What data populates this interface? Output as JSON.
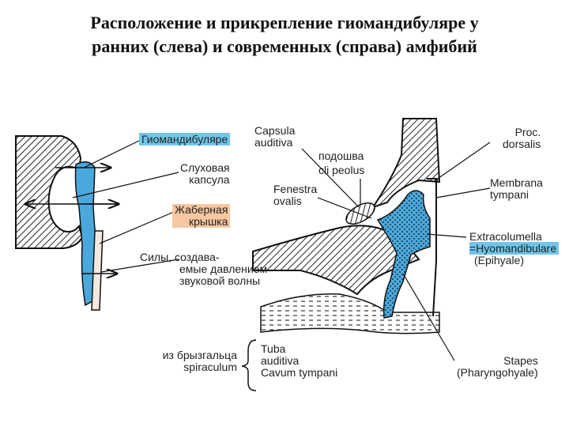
{
  "title": {
    "line1": "Расположение и прикрепление гиомандибуляре у",
    "line2": "ранних (слева) и современных (справа) амфибий"
  },
  "left_labels": {
    "hyomandibular": "Гиомандибуляре",
    "otic_capsule": [
      "Слуховая",
      "капсула"
    ],
    "operculum": [
      "Жаберная",
      "крышка"
    ],
    "forces": [
      "Силы,  создава-",
      "емые давлением",
      "звуковой волны"
    ],
    "spiracle": [
      "из брызгальца",
      "spiraculum"
    ]
  },
  "right_labels": {
    "capsula": [
      "Capsula",
      "auditiva"
    ],
    "footplate": [
      "подошва",
      "cli peolus"
    ],
    "fenestra": [
      "Fenestra",
      "ovalis"
    ],
    "proc": [
      "Proc.",
      "dorsalis"
    ],
    "membrana": [
      "Membrana",
      "tympani"
    ],
    "extracolumella": "Extracolumella",
    "hyomandibulare": "=Hyomandibulare",
    "epihyale": "(Epihyale)",
    "tuba": [
      "Tuba",
      "auditiva",
      "Cavum tympani"
    ],
    "stapes": [
      "Stapes",
      "(Pharyngohyale)"
    ]
  },
  "colors": {
    "bone_blue": "#4aa8dc",
    "highlight_blue": "#6fc6e8",
    "highlight_orange": "#f6c7a0"
  }
}
